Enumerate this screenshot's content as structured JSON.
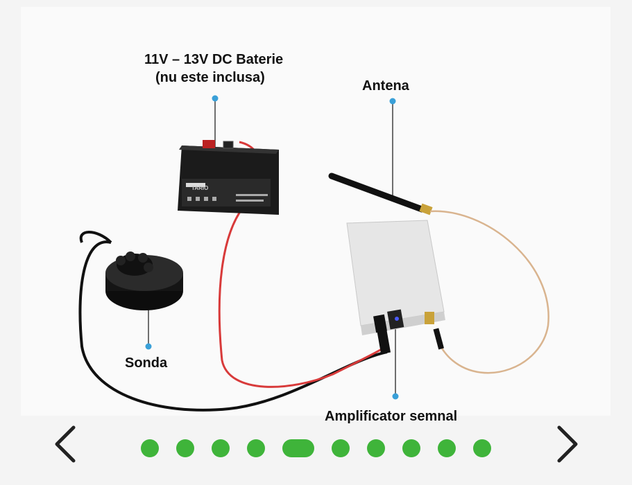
{
  "product_image": {
    "labels": {
      "battery": "11V  –  13V DC Baterie",
      "battery_note": "(nu este inclusa)",
      "antenna": "Antena",
      "probe": "Sonda",
      "amplifier": "Amplificator semnal"
    },
    "battery_brand": "TARIO"
  },
  "carousel": {
    "prev_icon": "chevron-left-icon",
    "next_icon": "chevron-right-icon",
    "slide_count": 10,
    "active_index": 4,
    "dot_color": "#3fb43a"
  },
  "colors": {
    "background": "#f4f4f4",
    "callout": "#3aa0d8",
    "red_wire": "#d83a3a",
    "black_wire": "#111111",
    "coax": "#d9b48f"
  }
}
